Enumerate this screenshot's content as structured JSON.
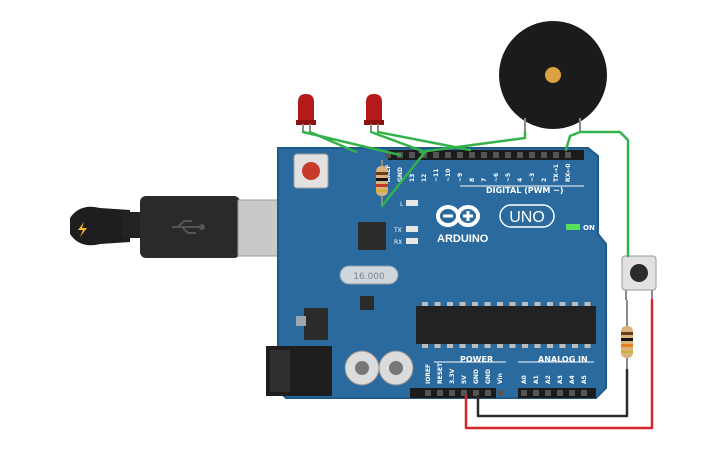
{
  "board": {
    "logo_text": "ARDUINO",
    "model_text": "UNO",
    "on_label": "ON",
    "digital_header": "DIGITAL (PWM ~)",
    "power_header": "POWER",
    "analog_header": "ANALOG IN",
    "tx_label": "TX",
    "rx_label": "RX",
    "l_label": "L",
    "digital_pins": [
      "AREF",
      "GND",
      "13",
      "12",
      "~11",
      "~10",
      "~9",
      "8",
      "7",
      "~6",
      "~5",
      "4",
      "~3",
      "2",
      "TX→1",
      "RX←0"
    ],
    "power_pins": [
      "IOREF",
      "RESET",
      "3.3V",
      "5V",
      "GND",
      "GND",
      "Vin"
    ],
    "analog_pins": [
      "A0",
      "A1",
      "A2",
      "A3",
      "A4",
      "A5"
    ],
    "crystal_text": "16.000"
  },
  "colors": {
    "board": "#2a6a9e",
    "board_edge": "#1f5a88",
    "wire_green": "#33b14a",
    "wire_red": "#d6262b",
    "wire_black": "#2b2b2b",
    "led_red": "#b51a1a",
    "buzzer": "#1b1b1b"
  },
  "icons": {
    "usb": "usb-icon",
    "lightning": "lightning-icon"
  }
}
